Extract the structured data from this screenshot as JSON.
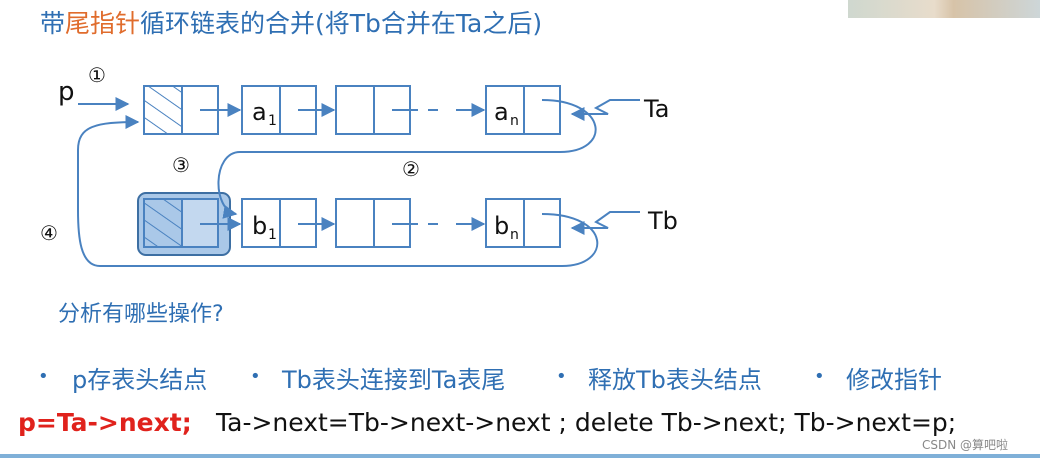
{
  "title": {
    "prefix": "带",
    "highlight": "尾指针",
    "suffix": "循环链表的合并(将Tb合并在Ta之后)"
  },
  "diagram": {
    "pointer_p": "p",
    "pointer_ta": "Ta",
    "pointer_tb": "Tb",
    "node_a1": "a",
    "node_a1_sub": "1",
    "node_an": "a",
    "node_an_sub": "n",
    "node_b1": "b",
    "node_b1_sub": "1",
    "node_bn": "b",
    "node_bn_sub": "n",
    "step1": "①",
    "step2": "②",
    "step3": "③",
    "step4": "④"
  },
  "question": "分析有哪些操作?",
  "operations": [
    "p存表头结点",
    "Tb表头连接到Ta表尾",
    "释放Tb表头结点",
    "修改指针"
  ],
  "bullet_symbol": "•",
  "code": {
    "line1": "p=Ta->next;",
    "line2": "Ta->next=Tb->next->next ; delete Tb->next; Tb->next=p;"
  },
  "watermark": "CSDN @算吧啦",
  "colors": {
    "accent_blue": "#2f6fb3",
    "highlight_orange": "#e06c2c",
    "code_red": "#e0221c",
    "node_stroke": "#4a82c0"
  }
}
